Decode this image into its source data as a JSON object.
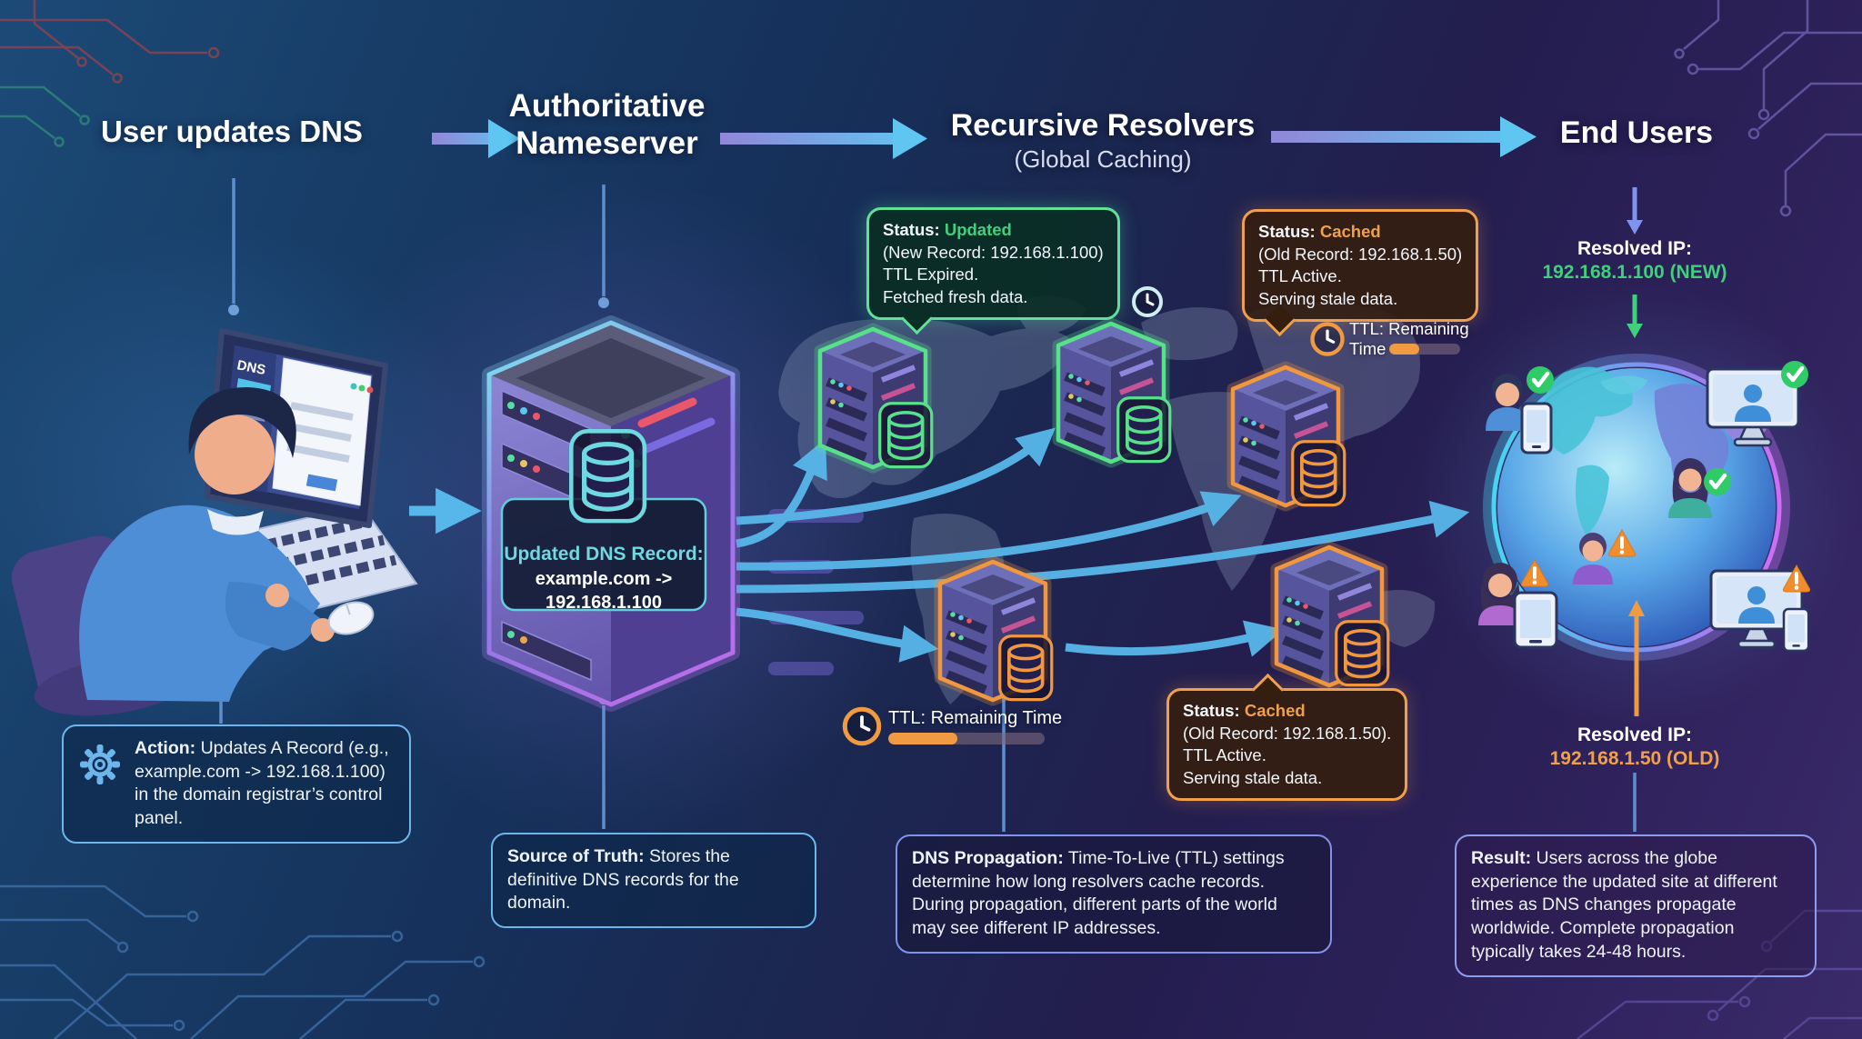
{
  "header": {
    "stage1": "User updates DNS",
    "stage2": "Authoritative Nameserver",
    "stage3": "Recursive Resolvers",
    "stage3_sub": "(Global Caching)",
    "stage4": "End Users"
  },
  "laptop": {
    "screen_label": "DNS"
  },
  "nameserver_panel": {
    "title": "Updated DNS Record:",
    "line1": "example.com ->",
    "line2": "192.168.1.100"
  },
  "callout_updated": {
    "label": "Status:",
    "value": "Updated",
    "line1": "(New Record: 192.168.1.100)",
    "line2": "TTL Expired.",
    "line3": "Fetched fresh data."
  },
  "callout_cached_top": {
    "label": "Status:",
    "value": "Cached",
    "line1": "(Old Record: 192.168.1.50)",
    "line2": "TTL Active.",
    "line3": "Serving stale data."
  },
  "callout_cached_bottom": {
    "label": "Status:",
    "value": "Cached",
    "line1": "(Old Record: 192.168.1.50).",
    "line2": "TTL Active.",
    "line3": "Serving stale data."
  },
  "ttl_top": {
    "label": "TTL: Remaining Time",
    "progress": "42%"
  },
  "ttl_bottom": {
    "label": "TTL: Remaining Time",
    "progress": "44%"
  },
  "action_note": {
    "lead": "Action:",
    "text": "Updates A Record (e.g., example.com -> 192.168.1.100) in the domain registrar’s control panel."
  },
  "source_note": {
    "lead": "Source of Truth:",
    "text": "Stores the definitive DNS records for the domain."
  },
  "propagation_note": {
    "lead": "DNS Propagation:",
    "text": "Time-To-Live (TTL) settings determine how long resolvers cache records. During propagation, different parts of the world may see different IP addresses."
  },
  "result_note": {
    "lead": "Result:",
    "text": "Users across the globe experience the updated site at different times as DNS changes propagate worldwide. Complete propagation typically takes 24-48 hours."
  },
  "resolved_new": {
    "label": "Resolved IP:",
    "value": "192.168.1.100 (NEW)"
  },
  "resolved_old": {
    "label": "Resolved IP:",
    "value": "192.168.1.50 (OLD)"
  },
  "colors": {
    "updated_green": "#3fd07c",
    "cached_orange": "#f09a42",
    "flow_blue": "#58b7ea",
    "record_cyan": "#5fd0dc",
    "header_arrow_start": "#9187d8",
    "header_arrow_end": "#5fc6f2"
  }
}
